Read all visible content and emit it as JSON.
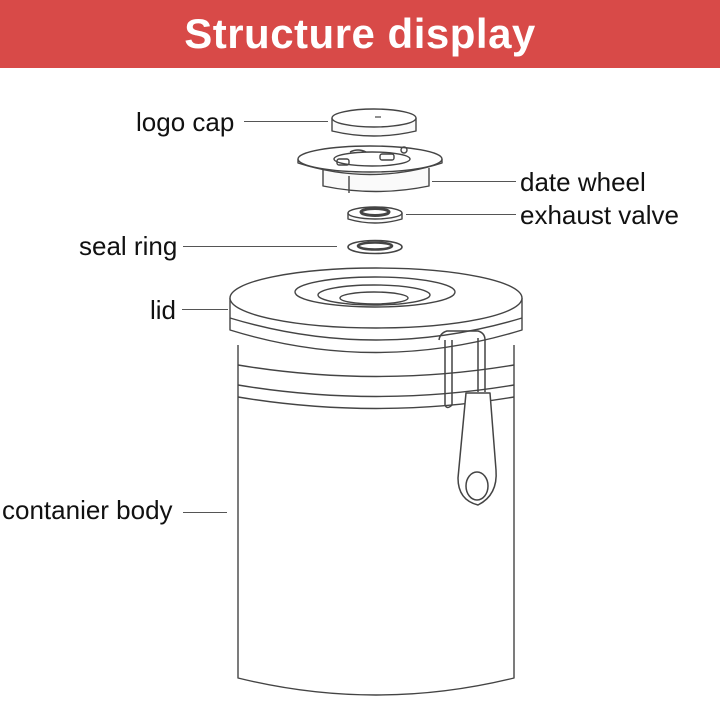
{
  "header": {
    "title": "Structure display",
    "background_color": "#d84a48"
  },
  "parts": {
    "logo_cap": "logo cap",
    "date_wheel": "date wheel",
    "exhaust_valve": "exhaust valve",
    "seal_ring": "seal ring",
    "lid": "lid",
    "container_body": "contanier body"
  }
}
